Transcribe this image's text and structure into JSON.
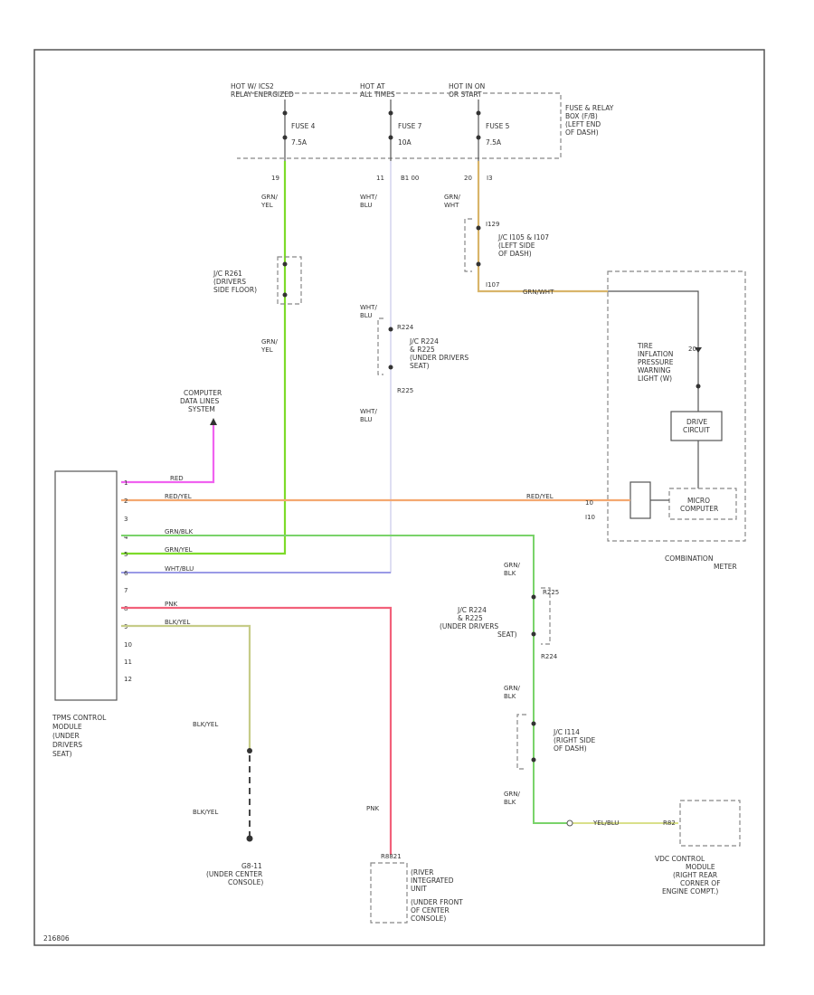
{
  "hot_sources": [
    {
      "line1": "HOT W/ ICS2",
      "line2": "RELAY ENERGIZED"
    },
    {
      "line1": "HOT AT",
      "line2": "ALL TIMES"
    },
    {
      "line1": "HOT IN ON",
      "line2": "OR START"
    }
  ],
  "fuses": [
    {
      "name": "FUSE 4",
      "rating": "7.5A"
    },
    {
      "name": "FUSE 7",
      "rating": "10A"
    },
    {
      "name": "FUSE 5",
      "rating": "7.5A"
    }
  ],
  "fuse_box": {
    "lines": [
      "FUSE & RELAY",
      "BOX (F/B)",
      "(LEFT END",
      "OF DASH)"
    ]
  },
  "fuse_pins": {
    "p1": "19",
    "p2": "11",
    "p2b": "B1 00",
    "p3": "20",
    "p3b": "I3"
  },
  "wire_colors": {
    "grn_yel": [
      "GRN/",
      "YEL"
    ],
    "wht_blu": [
      "WHT/",
      "BLU"
    ],
    "grn_wht": [
      "GRN/",
      "WHT"
    ],
    "grn_blk": [
      "GRN/",
      "BLK"
    ],
    "grn_wht_inline": "GRN/WHT",
    "red_yel": "RED/YEL",
    "grn_blk_inline": "GRN/BLK",
    "grn_yel_inline": "GRN/YEL",
    "wht_blu_inline": "WHT/BLU",
    "pnk": "PNK",
    "blk_yel": "BLK/YEL",
    "yel_blu": "YEL/BLU",
    "red": "RED"
  },
  "junctions": {
    "jc_r261": [
      "J/C R261",
      "(DRIVERS",
      "SIDE FLOOR)"
    ],
    "jc_i105": [
      "J/C I105 & I107",
      "(LEFT SIDE",
      "OF DASH)"
    ],
    "jc_r224": [
      "J/C R224",
      "& R225",
      "(UNDER DRIVERS",
      "SEAT)"
    ],
    "jc_r224b": [
      "J/C R224",
      "& R225",
      "(UNDER DRIVERS",
      "SEAT)"
    ],
    "jc_i114": [
      "J/C I114",
      "(RIGHT SIDE",
      "OF DASH)"
    ]
  },
  "connector_ids": {
    "c1": "I129",
    "c2": "I107",
    "c3": "R224",
    "c4": "R225",
    "c5": "R225",
    "c6": "R224",
    "c7": "I10",
    "c8": "10",
    "c9": "R82",
    "c10": "R8821"
  },
  "computer_data": [
    "COMPUTER",
    "DATA LINES",
    "SYSTEM"
  ],
  "module": {
    "label": [
      "TPMS CONTROL",
      "MODULE",
      "(UNDER",
      "DRIVERS",
      "SEAT)"
    ],
    "pins": [
      "1",
      "2",
      "3",
      "4",
      "5",
      "6",
      "7",
      "8",
      "9",
      "10",
      "11",
      "12"
    ]
  },
  "meter": {
    "lamp": [
      "TIRE",
      "INFLATION",
      "PRESSURE",
      "WARNING",
      "LIGHT (W)"
    ],
    "drive": [
      "DRIVE",
      "CIRCUIT"
    ],
    "micro": [
      "MICRO",
      "COMPUTER"
    ],
    "label": [
      "COMBINATION",
      "METER"
    ],
    "pin": "20"
  },
  "ground": {
    "label": [
      "G8-11",
      "(UNDER CENTER",
      "CONSOLE)"
    ]
  },
  "sensor": {
    "label": [
      "(RIVER",
      "INTEGRATED",
      "UNIT",
      "(UNDER FRONT",
      "OF CENTER",
      "CONSOLE)"
    ]
  },
  "vdc": {
    "label": [
      "VDC CONTROL",
      "MODULE",
      "(RIGHT REAR",
      "CORNER OF",
      "ENGINE COMPT.)"
    ]
  },
  "figure_id": "216806"
}
